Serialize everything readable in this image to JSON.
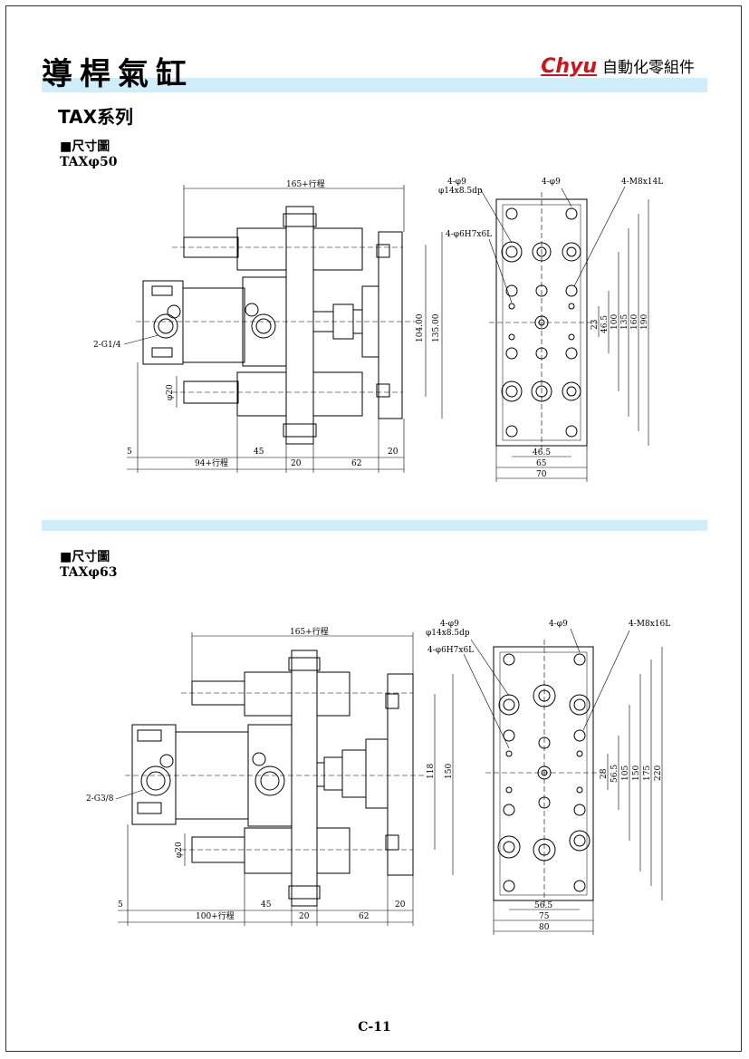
{
  "header": {
    "title": "導桿氣缸",
    "brand_logo": "Chyu",
    "brand_sub": "自動化零組件",
    "series": "TAX系列",
    "accent_color": "#cfeefa",
    "brand_color": "#d0121b"
  },
  "sections": [
    {
      "label": "■尺寸圖",
      "model": "TAXφ50",
      "side": {
        "stroke_len": "165+行程",
        "port": "2-G1/4",
        "rod_dia": "φ20",
        "h_inner": "104.00",
        "h_outer": "135.00",
        "b_5": "5",
        "b_base": "94+行程",
        "b_45": "45",
        "b_20a": "20",
        "b_62": "62",
        "b_20b": "20"
      },
      "front": {
        "hole_a": "4-φ9",
        "hole_a2": "φ14x8.5dp",
        "hole_b": "4-φ9",
        "hole_c": "4-M8x14L",
        "pin": "4-φ6H7x6L",
        "v1": "23",
        "v2": "46.5",
        "v3": "100",
        "v4": "135",
        "v5": "160",
        "v6": "190",
        "w1": "46.5",
        "w2": "65",
        "w3": "70"
      }
    },
    {
      "label": "■尺寸圖",
      "model": "TAXφ63",
      "side": {
        "stroke_len": "165+行程",
        "port": "2-G3/8",
        "rod_dia": "φ20",
        "h_inner": "118",
        "h_outer": "150",
        "b_5": "5",
        "b_base": "100+行程",
        "b_45": "45",
        "b_20a": "20",
        "b_62": "62",
        "b_20b": "20"
      },
      "front": {
        "hole_a": "4-φ9",
        "hole_a2": "φ14x8.5dp",
        "hole_b": "4-φ9",
        "hole_c": "4-M8x16L",
        "pin": "4-φ6H7x6L",
        "v1": "28",
        "v2": "56.5",
        "v3": "105",
        "v4": "150",
        "v5": "175",
        "v6": "220",
        "w1": "56.5",
        "w2": "75",
        "w3": "80"
      }
    }
  ],
  "footer": {
    "page": "C-11"
  }
}
